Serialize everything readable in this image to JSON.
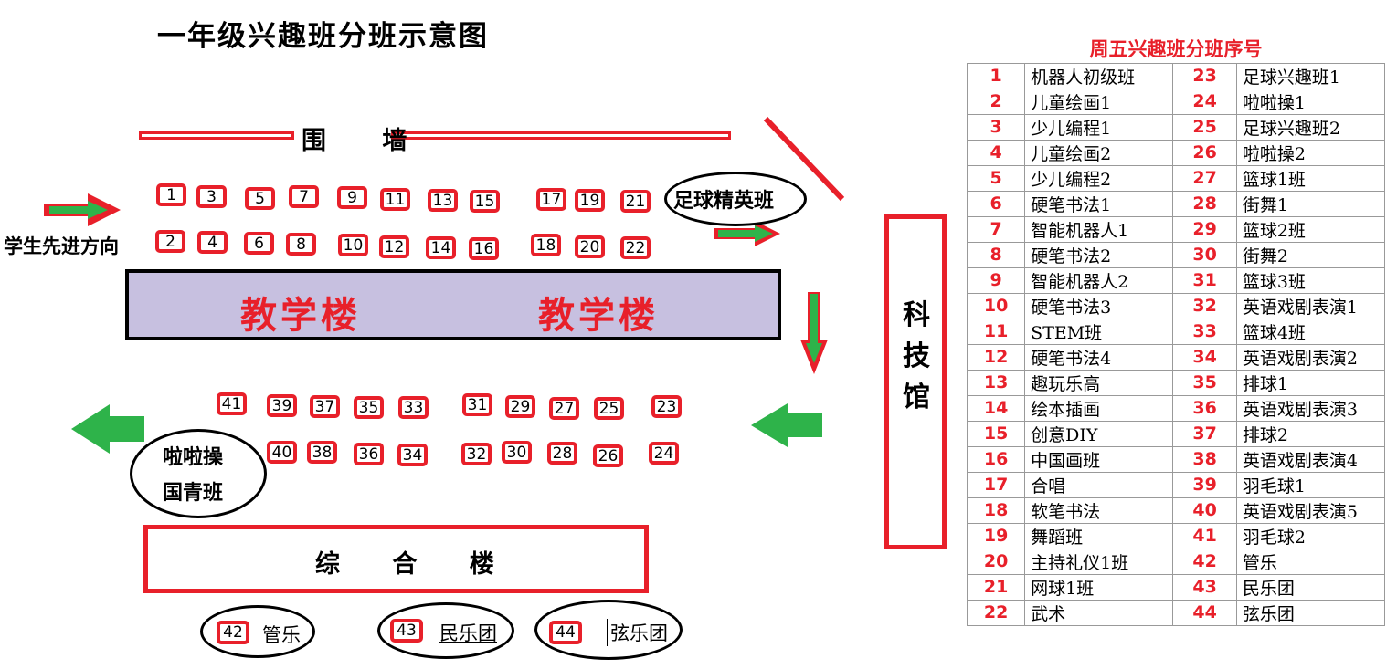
{
  "title": "一年级兴趣班分班示意图",
  "wall_label": "围 墙",
  "direction_label": "学生先进方向",
  "main_building_labels": [
    "教学楼",
    "教学楼"
  ],
  "complex_building_label": "综 合 楼",
  "science_hall_label": "科技馆",
  "football_elite_label": "足球精英班",
  "cheer_label_line1": "啦啦操",
  "cheer_label_line2": "国青班",
  "rooms_top_row1": [
    "1",
    "3",
    "5",
    "7",
    "9",
    "11",
    "13",
    "15",
    "17",
    "19",
    "21"
  ],
  "rooms_top_row2": [
    "2",
    "4",
    "6",
    "8",
    "10",
    "12",
    "14",
    "16",
    "18",
    "20",
    "22"
  ],
  "rooms_bottom_row1": [
    "41",
    "39",
    "37",
    "35",
    "33",
    "31",
    "29",
    "27",
    "25",
    "23"
  ],
  "rooms_bottom_row2": [
    "40",
    "38",
    "36",
    "34",
    "32",
    "30",
    "28",
    "26",
    "24"
  ],
  "music_groups": [
    {
      "num": "42",
      "label": "管乐"
    },
    {
      "num": "43",
      "label": "民乐团"
    },
    {
      "num": "44",
      "label": "弦乐团"
    }
  ],
  "table": {
    "header": "周五兴趣班分班序号",
    "rows": [
      [
        "1",
        "机器人初级班",
        "23",
        "足球兴趣班1"
      ],
      [
        "2",
        "儿童绘画1",
        "24",
        "啦啦操1"
      ],
      [
        "3",
        "少儿编程1",
        "25",
        "足球兴趣班2"
      ],
      [
        "4",
        "儿童绘画2",
        "26",
        "啦啦操2"
      ],
      [
        "5",
        "少儿编程2",
        "27",
        "篮球1班"
      ],
      [
        "6",
        "硬笔书法1",
        "28",
        "街舞1"
      ],
      [
        "7",
        "智能机器人1",
        "29",
        "篮球2班"
      ],
      [
        "8",
        "硬笔书法2",
        "30",
        "街舞2"
      ],
      [
        "9",
        "智能机器人2",
        "31",
        "篮球3班"
      ],
      [
        "10",
        "硬笔书法3",
        "32",
        "英语戏剧表演1"
      ],
      [
        "11",
        "STEM班",
        "33",
        "篮球4班"
      ],
      [
        "12",
        "硬笔书法4",
        "34",
        "英语戏剧表演2"
      ],
      [
        "13",
        "趣玩乐高",
        "35",
        "排球1"
      ],
      [
        "14",
        "绘本插画",
        "36",
        "英语戏剧表演3"
      ],
      [
        "15",
        "创意DIY",
        "37",
        "排球2"
      ],
      [
        "16",
        "中国画班",
        "38",
        "英语戏剧表演4"
      ],
      [
        "17",
        "合唱",
        "39",
        "羽毛球1"
      ],
      [
        "18",
        "软笔书法",
        "40",
        "英语戏剧表演5"
      ],
      [
        "19",
        "舞蹈班",
        "41",
        "羽毛球2"
      ],
      [
        "20",
        "主持礼仪1班",
        "42",
        "管乐"
      ],
      [
        "21",
        "网球1班",
        "43",
        "民乐团"
      ],
      [
        "22",
        "武术",
        "44",
        "弦乐团"
      ]
    ]
  },
  "colors": {
    "wall_red": "#e8202a",
    "arrow_green": "#2eb34a",
    "building_fill": "#c7c0e0"
  }
}
